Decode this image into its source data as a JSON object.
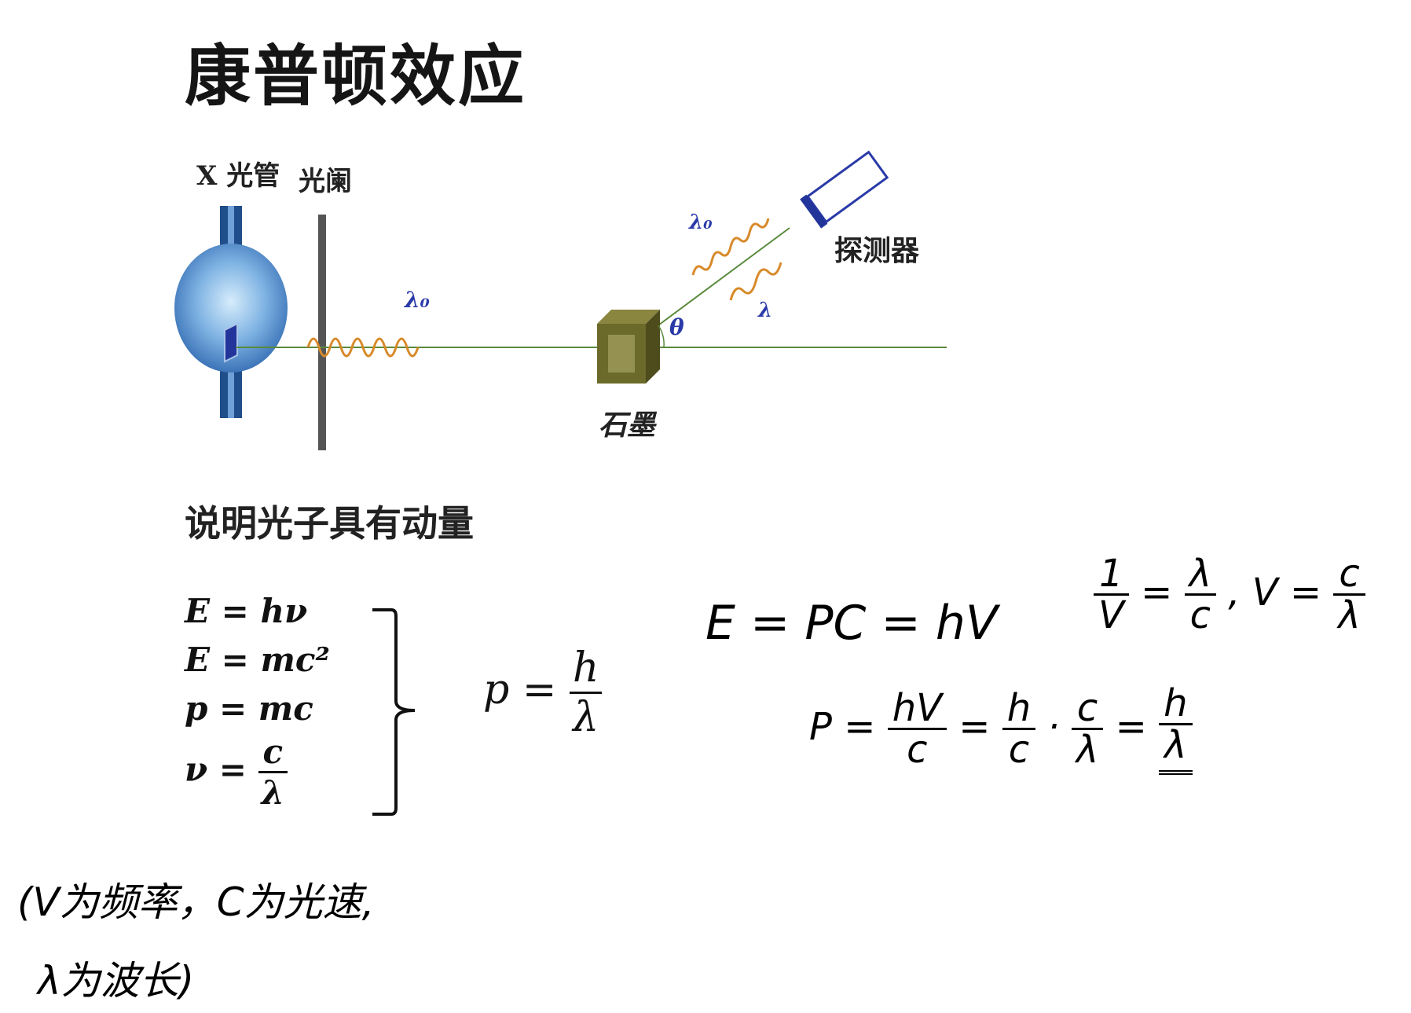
{
  "title": "康普顿效应",
  "diagram": {
    "labels": {
      "xray_tube": "X 光管",
      "aperture": "光阑",
      "lambda0_incident": "λ₀",
      "lambda0_scattered": "λ₀",
      "lambda_scattered": "λ",
      "theta": "θ",
      "detector": "探测器",
      "graphite": "石墨"
    },
    "colors": {
      "beam": "#5a8a3c",
      "wave": "#d88a2a",
      "tube": "#4a86c8",
      "graphite": "#6b6a2a",
      "detector": "#2a3aa8",
      "label_blue": "#2a3aa8"
    }
  },
  "subtitle": "说明光子具有动量",
  "equations": {
    "e1": "E = hν",
    "e2": "E = mc²",
    "e3": "p = mc",
    "e4_lhs": "ν =",
    "e4_num": "c",
    "e4_den": "λ",
    "result_lhs": "p =",
    "result_num": "h",
    "result_den": "λ"
  },
  "handwritten": {
    "line1": "E = PC = hV",
    "f1_num": "1",
    "f1_den": "V",
    "eq1": "=",
    "f2_num": "λ",
    "f2_den": "c",
    "sep": ",",
    "v_eq": "V =",
    "f3_num": "c",
    "f3_den": "λ",
    "p_eq": "P =",
    "f4_num": "hV",
    "f4_den": "c",
    "eq2": "=",
    "f5_num": "h",
    "f5_den": "c",
    "dot": "·",
    "f6_num": "c",
    "f6_den": "λ",
    "eq3": "=",
    "f7_num": "h",
    "f7_den": "λ",
    "note1": "(V为频率，C为光速,",
    "note2": "λ为波长)"
  }
}
